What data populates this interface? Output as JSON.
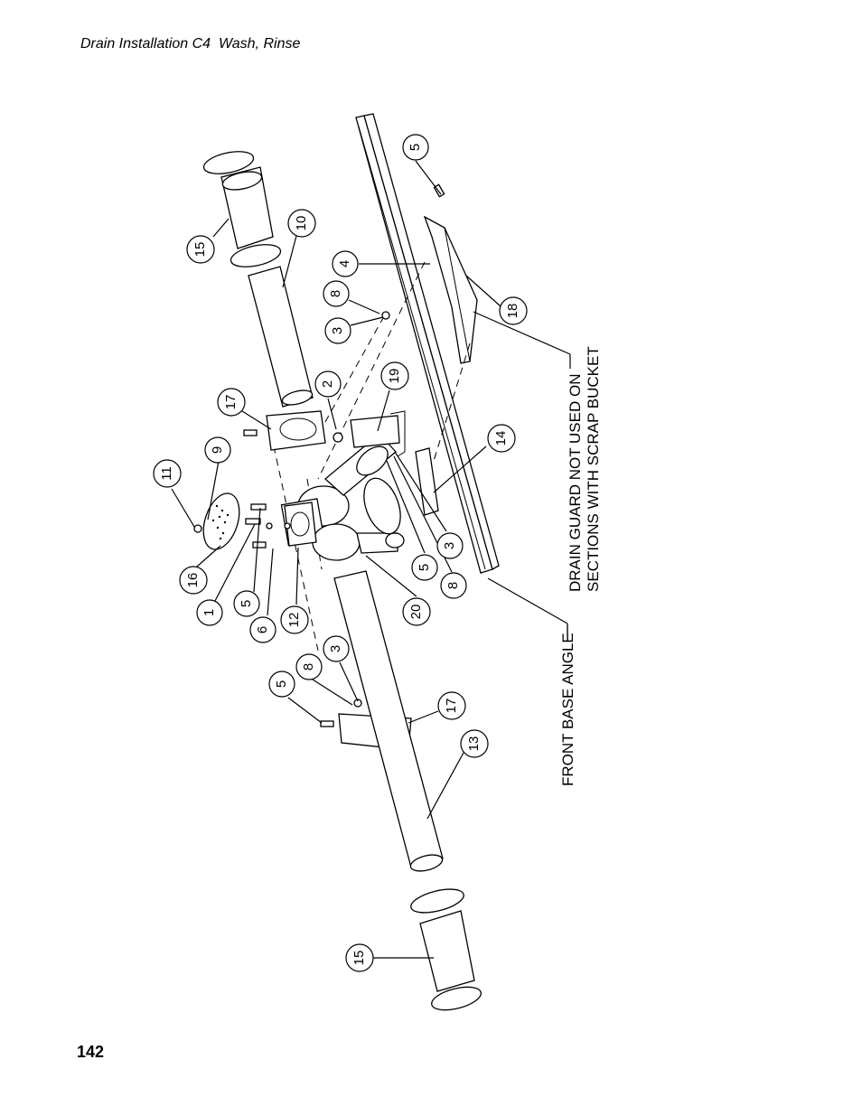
{
  "header": {
    "title": "Drain Installation C4  Wash, Rinse"
  },
  "page": {
    "number": "142"
  },
  "notes": {
    "front_base_angle": "FRONT BASE ANGLE",
    "drain_guard_line1": "DRAIN GUARD NOT USED ON",
    "drain_guard_line2": "SECTIONS WITH SCRAP BUCKET"
  },
  "callouts": {
    "c5_top": "5",
    "c15_top": "15",
    "c10": "10",
    "c4": "4",
    "c8_top": "8",
    "c3_top": "3",
    "c18": "18",
    "c2": "2",
    "c19": "19",
    "c17_top": "17",
    "c14": "14",
    "c9": "9",
    "c11": "11",
    "c16": "16",
    "c1": "1",
    "c5_mid_left": "5",
    "c6": "6",
    "c12": "12",
    "c20": "20",
    "c3_mid": "3",
    "c5_mid_right": "5",
    "c8_mid": "8",
    "c3_low": "3",
    "c8_low": "8",
    "c5_low": "5",
    "c17_low": "17",
    "c13": "13",
    "c15_low": "15"
  }
}
